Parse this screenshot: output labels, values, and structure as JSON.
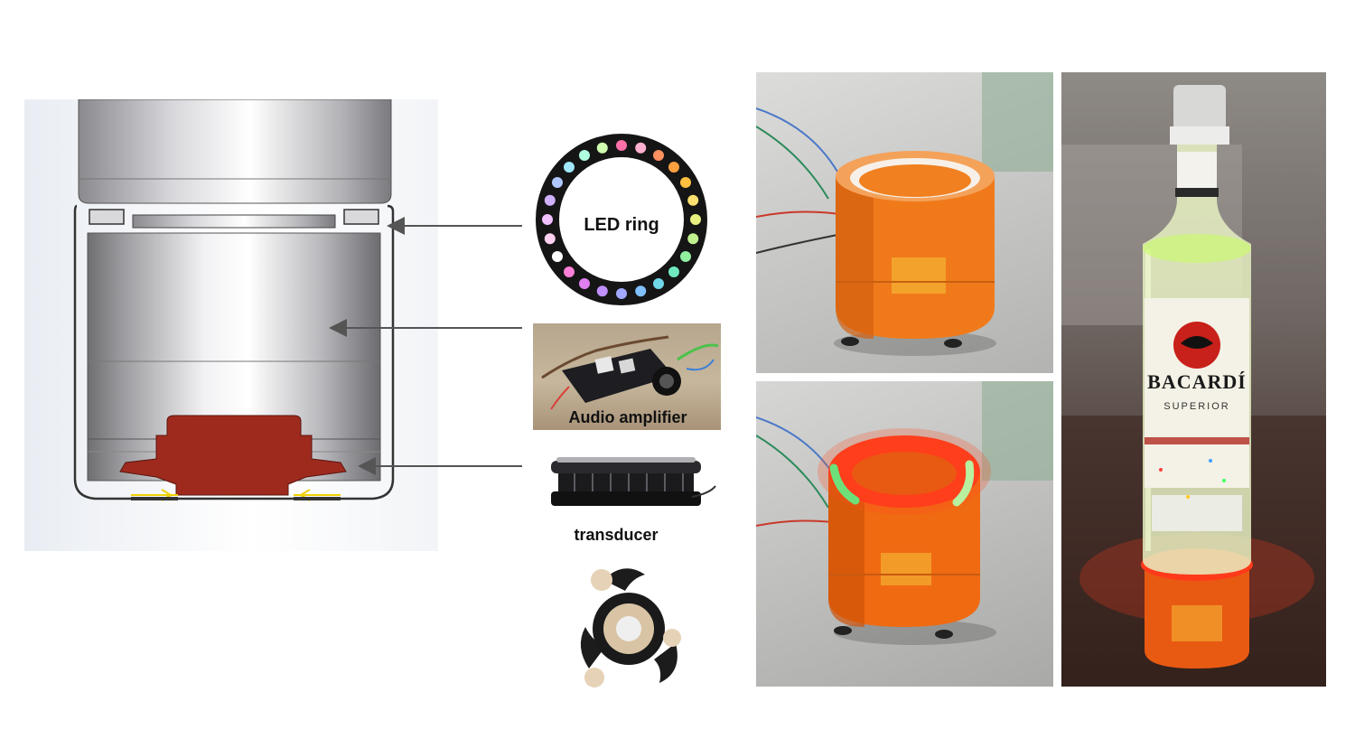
{
  "labels": {
    "led_ring": "LED ring",
    "audio_amplifier": "Audio amplifier",
    "transducer": "transducer"
  },
  "bottle_label": {
    "brand": "BACARDÍ",
    "variety": "SUPERIOR"
  },
  "colors": {
    "transducer_red": "#9e2a1e",
    "orange_base": "#f07a1a",
    "led_glow": "#ff3a1a",
    "arrow": "#555555"
  },
  "icons": [
    "led-ring-icon",
    "amplifier-board-icon",
    "transducer-icon",
    "transducer-mount-icon"
  ]
}
